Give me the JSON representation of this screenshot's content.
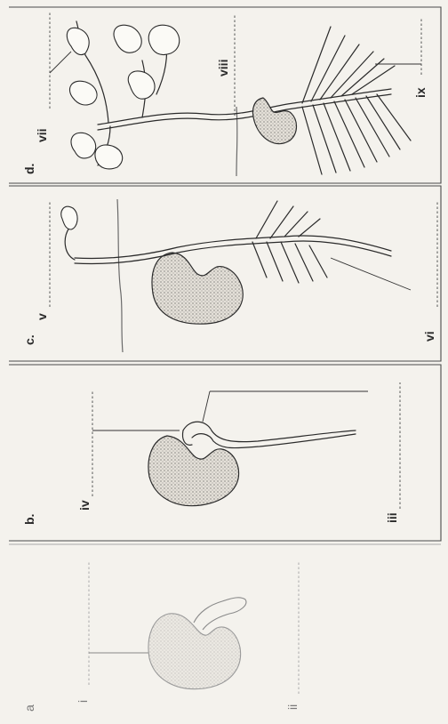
{
  "panels": {
    "a": {
      "letter": "a",
      "labels": [
        "i",
        "ii"
      ]
    },
    "b": {
      "letter": "b.",
      "labels": [
        "iii",
        "iv"
      ]
    },
    "c": {
      "letter": "c.",
      "labels": [
        "v",
        "vi"
      ]
    },
    "d": {
      "letter": "d.",
      "labels": [
        "vii",
        "viii",
        "ix"
      ]
    }
  },
  "colors": {
    "ink": "#2b2b2b",
    "paper": "#f4f2ed",
    "faint_ink": "#8a8a8a"
  }
}
